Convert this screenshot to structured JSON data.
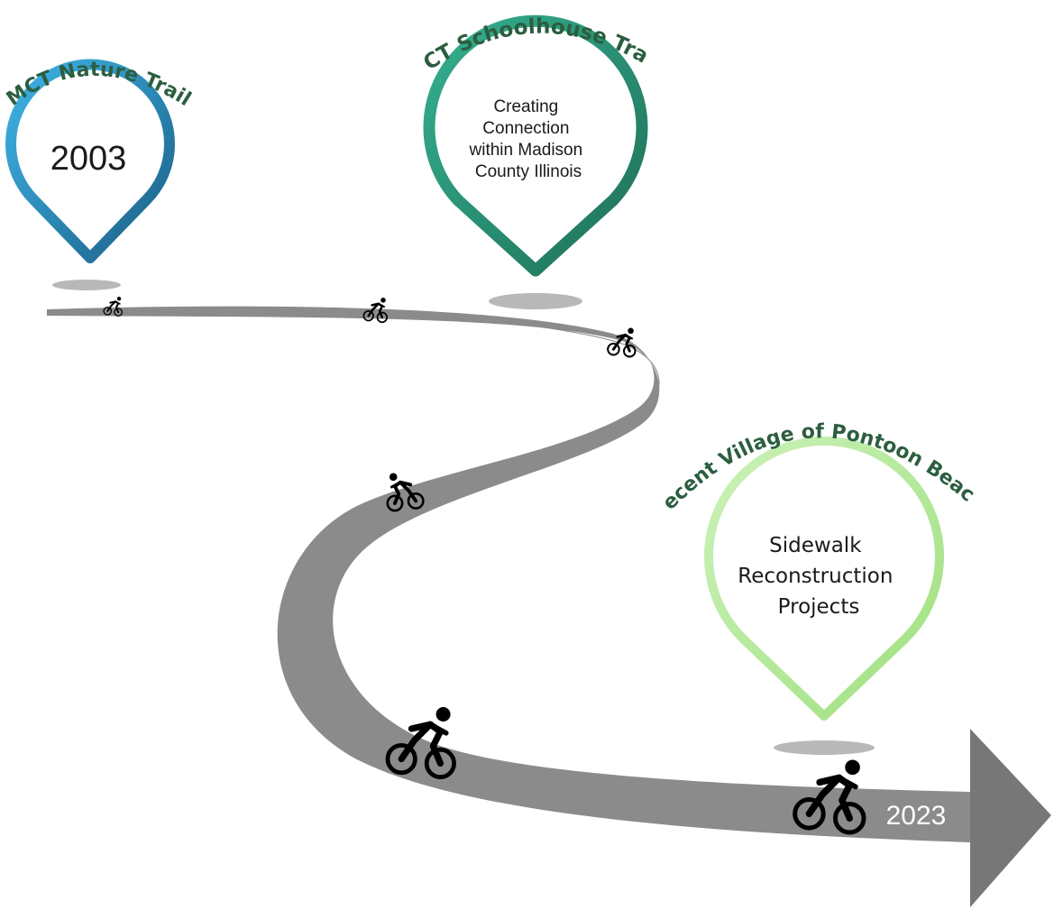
{
  "timeline": {
    "start_year": "2003",
    "end_year": "2023"
  },
  "milestones": [
    {
      "title": "MCT Nature Trail",
      "body_lines": [],
      "color": "#2596c8"
    },
    {
      "title": "MCT Schoolhouse Trail",
      "body_lines": [
        "Creating",
        "Connection",
        "within Madison",
        "County Illinois"
      ],
      "color": "#2a9678"
    },
    {
      "title": "Recent Village of Pontoon Beach",
      "body_lines": [
        "Sidewalk",
        "Reconstruction",
        "Projects"
      ],
      "color": "#a9e592"
    }
  ],
  "colors": {
    "road": "#8c8c8c",
    "road_dark": "#6e6e6e",
    "shadow": "#bdbdbd",
    "title_text": "#2b5e3f",
    "cyclist": "#000000"
  },
  "icons": [
    "bicycle-rider-icon",
    "location-pin-icon",
    "arrow-head-icon"
  ]
}
